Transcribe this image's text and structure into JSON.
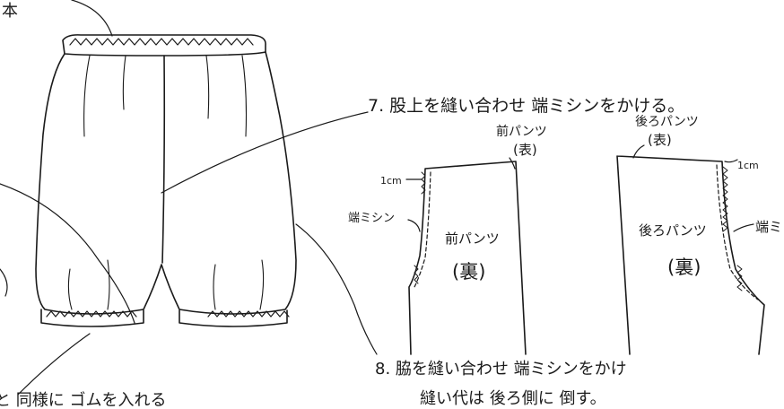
{
  "corner_label": "本",
  "step7": {
    "instruction": "7. 股上を縫い合わせ 端ミシンをかける。"
  },
  "front_pattern": {
    "outer_label": "前パンツ",
    "outer_side": "(表)",
    "seam_allowance": "1cm",
    "edge_stitch_label": "端ミシン",
    "inner_label": "前パンツ",
    "inner_side": "(裏)"
  },
  "back_pattern": {
    "outer_label": "後ろパンツ",
    "outer_side": "(表)",
    "seam_allowance": "1cm",
    "edge_stitch_label": "端ミ",
    "inner_label": "後ろパンツ",
    "inner_side": "(裏)"
  },
  "step8": {
    "instruction_line1": "8. 脇を縫い合わせ 端ミシンをかけ",
    "instruction_line2": "縫い代は 後ろ側に 倒す。"
  },
  "bottom_left_text": "と 同様に ゴムを入れる"
}
